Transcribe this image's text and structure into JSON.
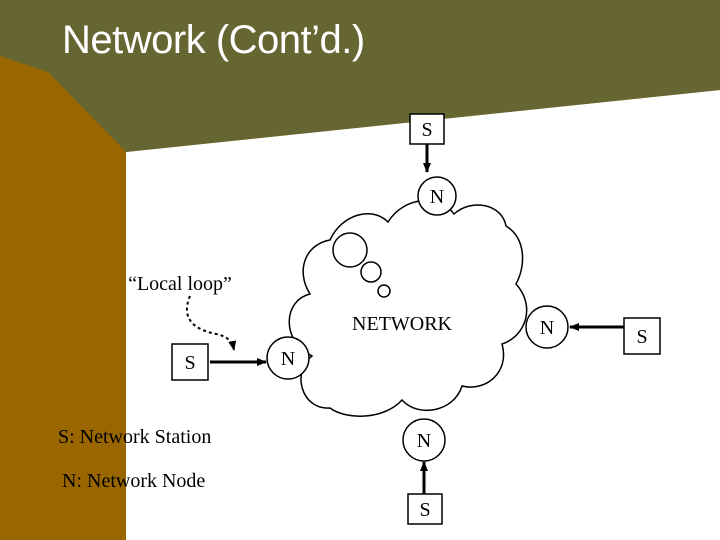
{
  "slide": {
    "title": "Network (Cont’d.)",
    "colors": {
      "title_bar": "#666633",
      "left_band": "#996600",
      "background": "#ffffff"
    }
  },
  "diagram": {
    "network_label": "NETWORK",
    "local_loop_label": "“Local loop”",
    "stations": [
      {
        "id": "station-top",
        "label": "S"
      },
      {
        "id": "station-left",
        "label": "S"
      },
      {
        "id": "station-right",
        "label": "S"
      },
      {
        "id": "station-bottom",
        "label": "S"
      }
    ],
    "nodes": [
      {
        "id": "node-top",
        "label": "N"
      },
      {
        "id": "node-left",
        "label": "N"
      },
      {
        "id": "node-right",
        "label": "N"
      },
      {
        "id": "node-bottom",
        "label": "N"
      }
    ]
  },
  "legend": {
    "station": "S: Network Station",
    "node": "N: Network Node"
  }
}
